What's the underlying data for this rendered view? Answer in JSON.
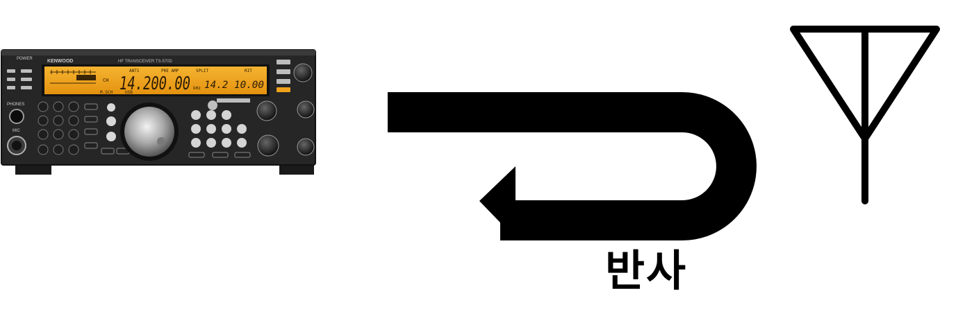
{
  "radio": {
    "brand": "KENWOOD",
    "model_line": "HF TRANSCEIVER  TS-570D",
    "power_label": "POWER",
    "phones_label": "PHONES",
    "mic_label": "MIC",
    "lcd": {
      "main_frequency": "14.200.00",
      "sub_frequency": "14.2 10.00",
      "ant_label": "ANT1",
      "preamp_label": "PRE AMP",
      "split_label": "SPLIT",
      "mode_label": "USB",
      "sch_label": "M.SCH",
      "khz_label": "kHz",
      "ch_label": "CH",
      "rit_label": "RIT"
    },
    "colors": {
      "body": "#262626",
      "panel": "#1b1b1b",
      "lcd_bg": "#f0a21c",
      "lcd_text": "#2a1a06",
      "button": "#c8c8c8"
    }
  },
  "arrow": {
    "color": "#000000"
  },
  "antenna": {
    "color": "#000000"
  },
  "caption": {
    "text": "반사"
  }
}
